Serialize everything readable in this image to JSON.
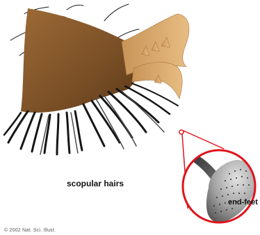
{
  "labels": {
    "scopular_hairs": "scopular hairs",
    "end_feet": "end-feet",
    "copyright": "© 2002 Nat. Sci. Illust."
  },
  "colors": {
    "leg_brown": "#8a5a2c",
    "claw_tan": "#d8a86a",
    "hair_black": "#151515",
    "callout_red": "#e0121a",
    "foot_gray": "#a0a0a0"
  }
}
